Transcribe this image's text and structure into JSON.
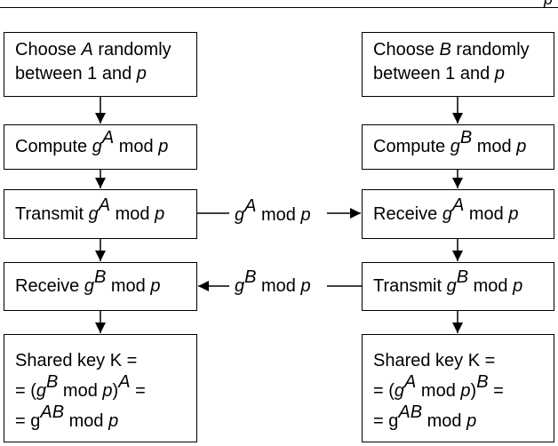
{
  "corner_mark": "p",
  "alice": {
    "choose": {
      "pre": "Choose ",
      "var": "A",
      "post": " randomly",
      "line2_pre": "between 1 and ",
      "line2_var": "p"
    },
    "compute": {
      "pre": "Compute ",
      "base": "g",
      "exp": "A",
      "post": " mod ",
      "mod": "p"
    },
    "transmit": {
      "pre": "Transmit ",
      "base": "g",
      "exp": "A",
      "post": " mod ",
      "mod": "p"
    },
    "receive": {
      "pre": "Receive ",
      "base": "g",
      "exp": "B",
      "post": " mod ",
      "mod": "p"
    },
    "shared": {
      "line1": "Shared key K =",
      "line2_pre": "= (",
      "line2_base": "g",
      "line2_exp": "B",
      "line2_mid": " mod ",
      "line2_mod": "p",
      "line2_close": ")",
      "line2_outer_exp": "A",
      "line2_end": " =",
      "line3_pre": "= g",
      "line3_exp": "AB",
      "line3_post": " mod ",
      "line3_mod": "p"
    }
  },
  "bob": {
    "choose": {
      "pre": "Choose ",
      "var": "B",
      "post": " randomly",
      "line2_pre": "between 1 and ",
      "line2_var": "p"
    },
    "compute": {
      "pre": "Compute ",
      "base": "g",
      "exp": "B",
      "post": " mod ",
      "mod": "p"
    },
    "receive": {
      "pre": "Receive ",
      "base": "g",
      "exp": "A",
      "post": " mod ",
      "mod": "p"
    },
    "transmit": {
      "pre": "Transmit ",
      "base": "g",
      "exp": "B",
      "post": " mod ",
      "mod": "p"
    },
    "shared": {
      "line1": "Shared key K =",
      "line2_pre": "= (",
      "line2_base": "g",
      "line2_exp": "A",
      "line2_mid": " mod ",
      "line2_mod": "p",
      "line2_close": ")",
      "line2_outer_exp": "B",
      "line2_end": " =",
      "line3_pre": "= g",
      "line3_exp": "AB",
      "line3_post": " mod ",
      "line3_mod": "p"
    }
  },
  "messages": {
    "to_bob": {
      "base": "g",
      "exp": "A",
      "post": " mod ",
      "mod": "p"
    },
    "to_alice": {
      "base": "g",
      "exp": "B",
      "post": " mod ",
      "mod": "p"
    }
  },
  "colors": {
    "stroke": "#000000",
    "background": "#ffffff"
  }
}
